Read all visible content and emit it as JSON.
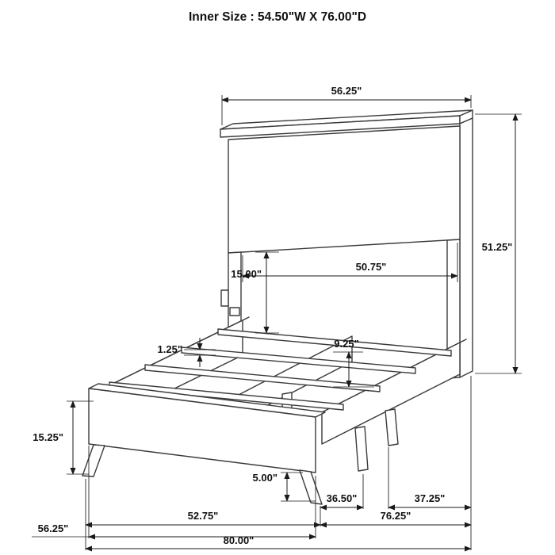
{
  "title": "Inner Size : 54.50\"W X 76.00\"D",
  "diagram": {
    "dimensions": {
      "headboard_width": "56.25\"",
      "headboard_height": "51.25\"",
      "inner_width": "50.75\"",
      "panel_to_rail": "15.00\"",
      "slat_thickness": "1.25\"",
      "side_rail_height": "9.25\"",
      "footboard_height": "15.25\"",
      "leg_height": "5.00\"",
      "leg_span_inner": "36.50\"",
      "leg_span_outer": "37.25\"",
      "rail_span": "52.75\"",
      "inner_depth": "76.25\"",
      "footboard_width": "56.25\"",
      "overall_depth": "80.00\""
    }
  },
  "colors": {
    "line": "#3b3b3b",
    "dimension": "#1a1a1a",
    "background": "#ffffff",
    "text": "#111111"
  }
}
